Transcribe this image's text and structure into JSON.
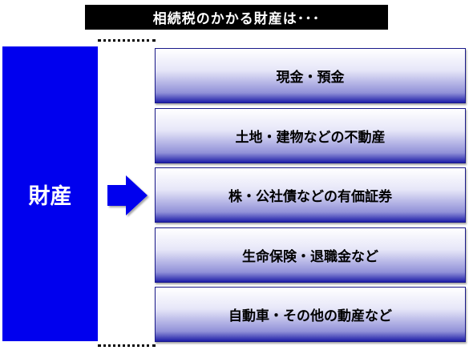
{
  "title": "相続税のかかる財産は･･･",
  "left_label": "財産",
  "items": [
    "現金・預金",
    "土地・建物などの不動産",
    "株・公社債などの有価証券",
    "生命保険・退職金など",
    "自動車・その他の動産など"
  ]
}
